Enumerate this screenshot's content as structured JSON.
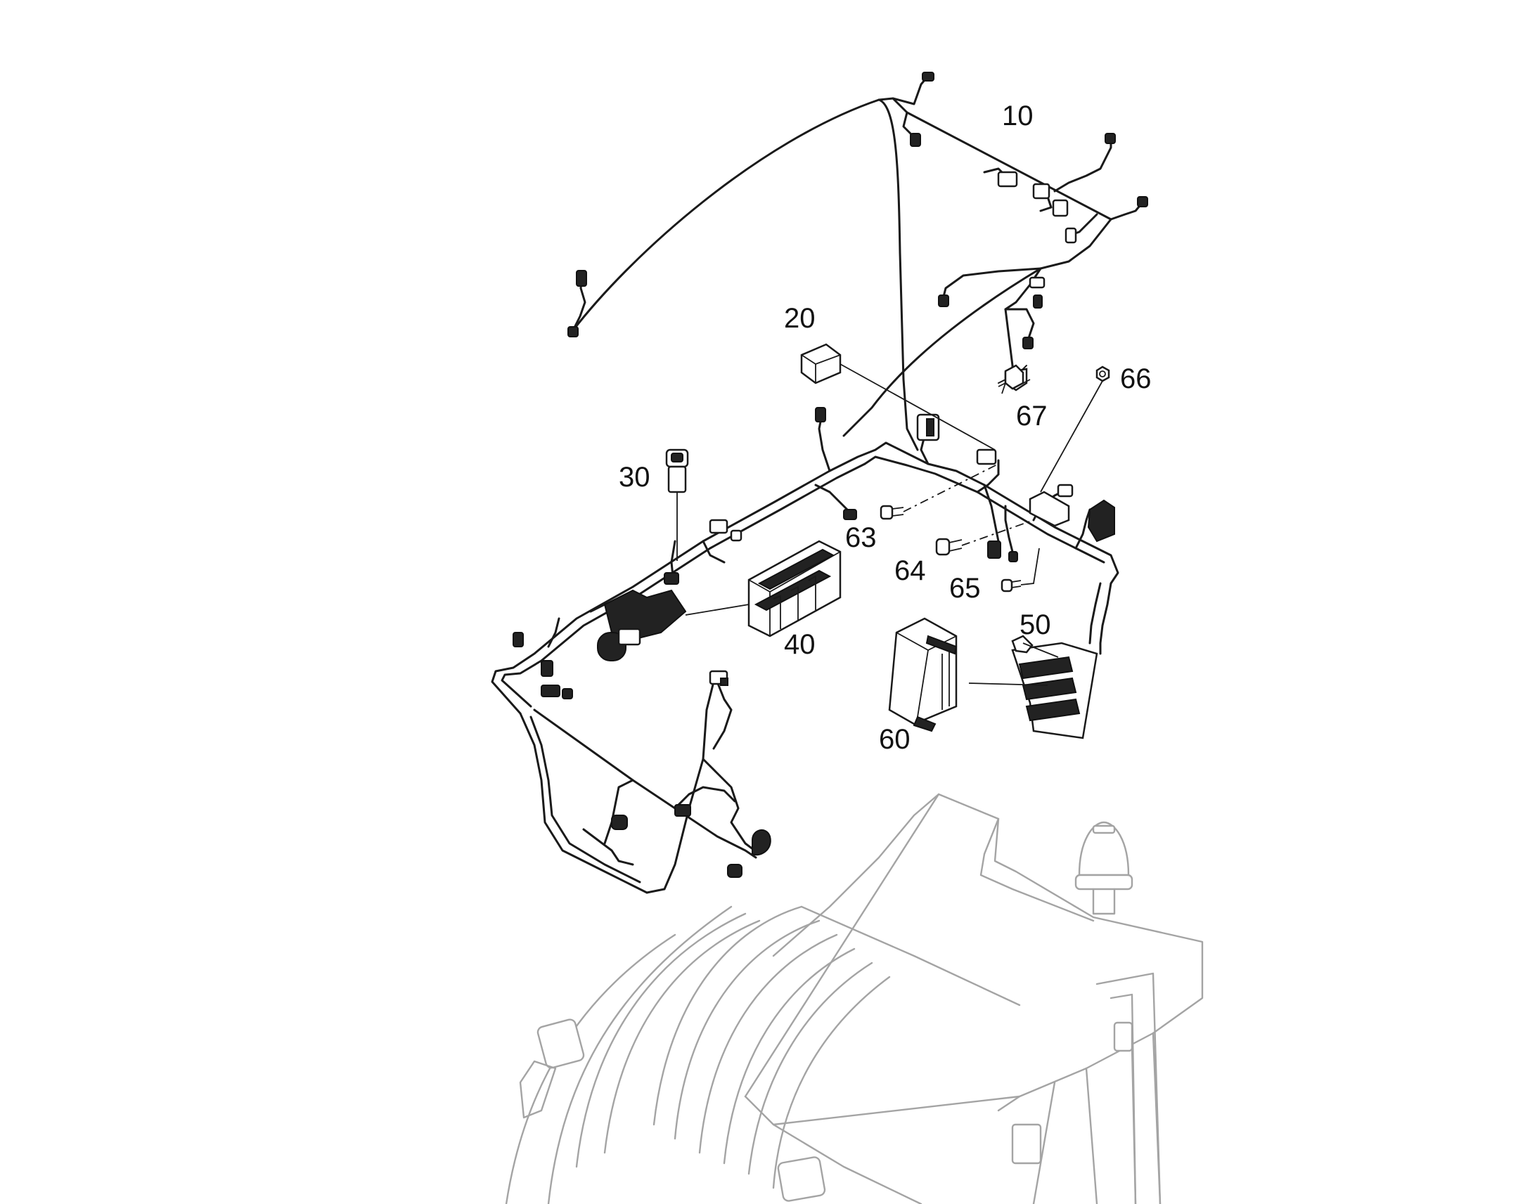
{
  "callouts": {
    "c10": "10",
    "c20": "20",
    "c30": "30",
    "c40": "40",
    "c50": "50",
    "c60": "60",
    "c63": "63",
    "c64": "64",
    "c65": "65",
    "c66": "66",
    "c67": "67"
  }
}
